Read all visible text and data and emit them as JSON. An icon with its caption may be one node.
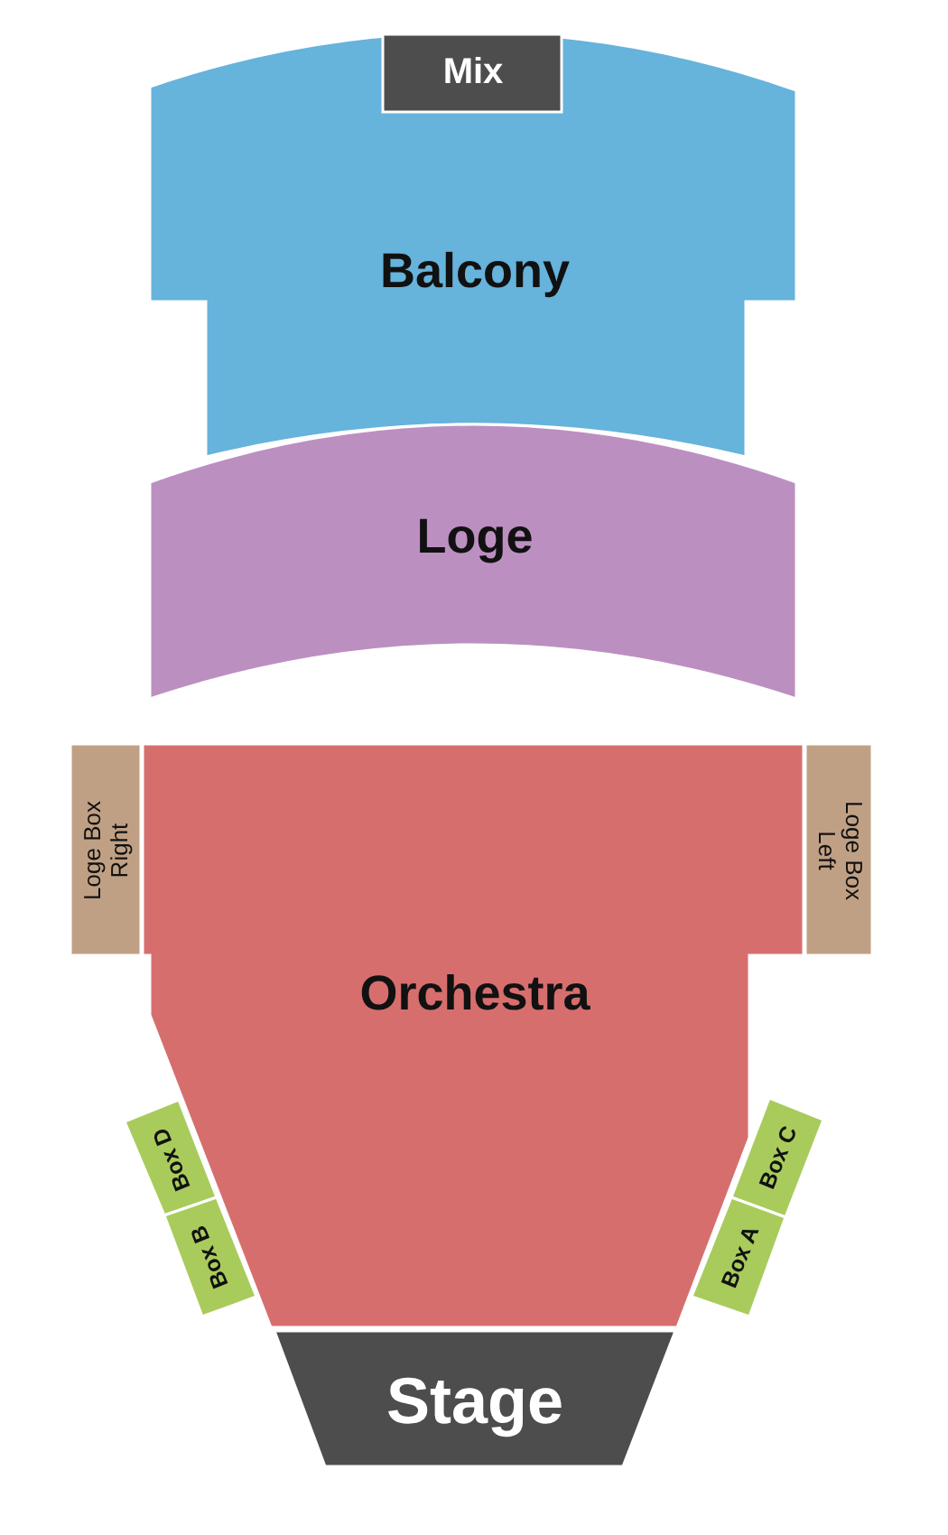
{
  "diagram": {
    "nodes": [
      {
        "text": [
          "Balcony"
        ]
      },
      {
        "text": [
          "Mix"
        ],
        "in": 0
      },
      {
        "text": [
          "Loge"
        ]
      },
      {
        "text": [
          "Loge Box Right"
        ]
      },
      {
        "text": [
          "Orchestra"
        ]
      },
      {
        "text": [
          "Loge Box Left"
        ]
      },
      {
        "text": [
          "Box D"
        ]
      },
      {
        "text": [
          "Box C"
        ]
      },
      {
        "text": [
          "Box B"
        ]
      },
      {
        "text": [
          "Box A"
        ]
      },
      {
        "text": [
          "Stage"
        ]
      }
    ]
  }
}
